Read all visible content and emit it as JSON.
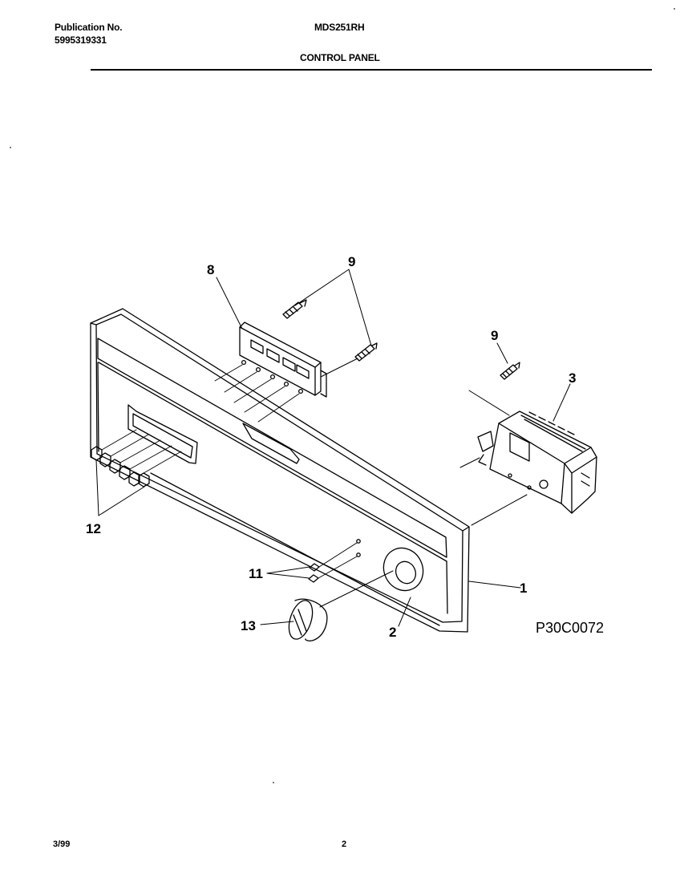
{
  "header": {
    "publication_label": "Publication No.",
    "publication_number": "5995319331",
    "model": "MDS251RH",
    "section": "CONTROL PANEL"
  },
  "diagram": {
    "figure_code": "P30C0072",
    "callouts": {
      "c1": "1",
      "c2": "2",
      "c3": "3",
      "c8": "8",
      "c9a": "9",
      "c9b": "9",
      "c11": "11",
      "c12": "12",
      "c13": "13"
    }
  },
  "footer": {
    "date": "3/99",
    "page": "2"
  }
}
